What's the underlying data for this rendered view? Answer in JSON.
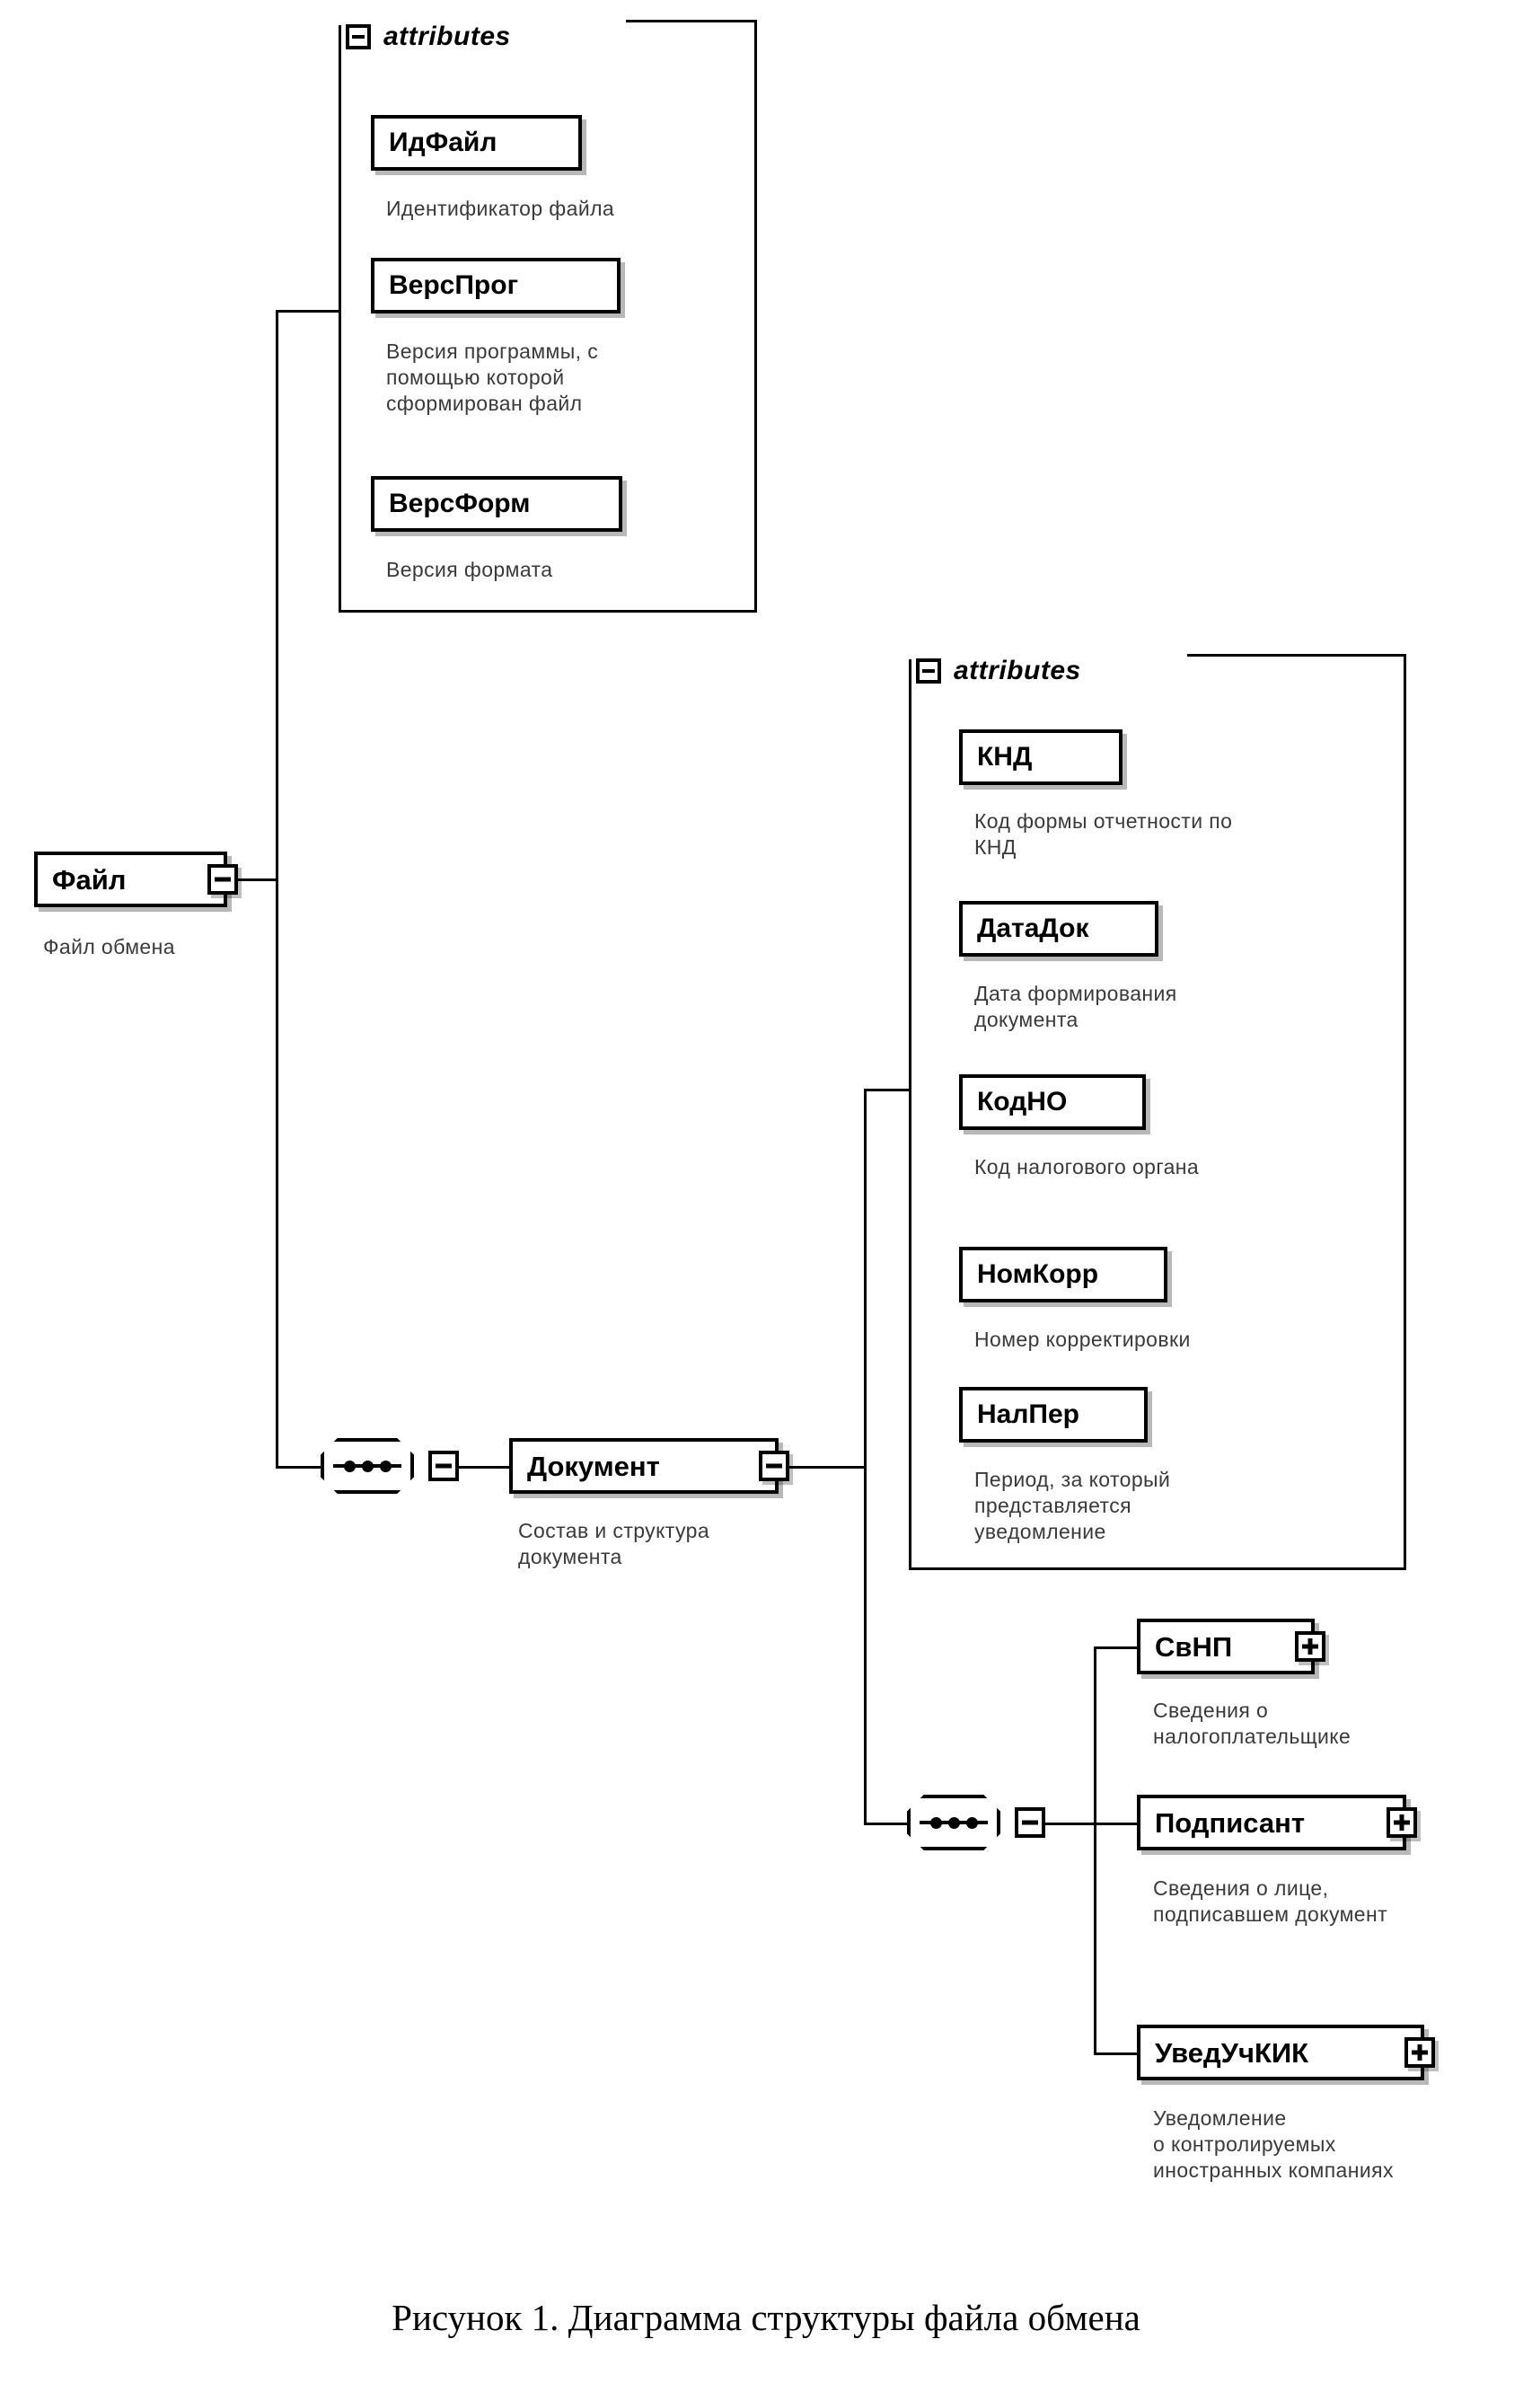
{
  "figure": {
    "caption": "Рисунок 1. Диаграмма структуры файла обмена"
  },
  "diagram": {
    "type": "xsd-schema-tree",
    "root": {
      "name": "Файл",
      "annotation": "Файл обмена",
      "toggle": "minus"
    },
    "file_attributes_group": {
      "label": "attributes",
      "toggle": "minus",
      "items": [
        {
          "name": "ИдФайл",
          "annotation": "Идентификатор файла"
        },
        {
          "name": "ВерсПрог",
          "annotation": "Версия программы, с\nпомощью которой\nсформирован файл"
        },
        {
          "name": "ВерсФорм",
          "annotation": "Версия формата"
        }
      ]
    },
    "document_sequence": {
      "icon": "sequence-connector",
      "toggle": "minus"
    },
    "document": {
      "name": "Документ",
      "annotation": "Состав и структура\nдокумента",
      "toggle": "minus"
    },
    "document_attributes_group": {
      "label": "attributes",
      "toggle": "minus",
      "items": [
        {
          "name": "КНД",
          "annotation": "Код формы отчетности по\nКНД"
        },
        {
          "name": "ДатаДок",
          "annotation": "Дата формирования\nдокумента"
        },
        {
          "name": "КодНО",
          "annotation": "Код налогового органа"
        },
        {
          "name": "НомКорр",
          "annotation": "Номер корректировки"
        },
        {
          "name": "НалПер",
          "annotation": "Период, за который\nпредставляется\nуведомление"
        }
      ]
    },
    "children_sequence": {
      "icon": "sequence-connector",
      "toggle": "minus"
    },
    "document_children": [
      {
        "name": "СвНП",
        "annotation": "Сведения о\nналогоплательщике",
        "toggle": "plus"
      },
      {
        "name": "Подписант",
        "annotation": "Сведения о лице,\nподписавшем документ",
        "toggle": "plus"
      },
      {
        "name": "УведУчКИК",
        "annotation": "Уведомление\nо контролируемых\nиностранных компаниях",
        "toggle": "plus"
      }
    ]
  }
}
